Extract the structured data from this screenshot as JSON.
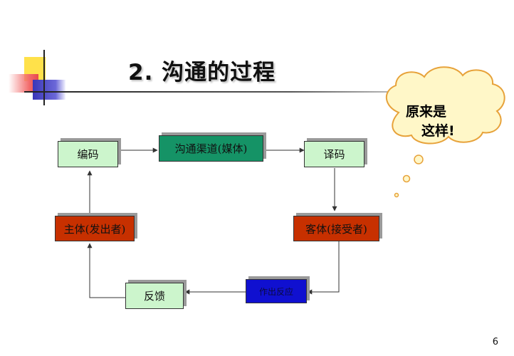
{
  "slide": {
    "title": "2. 沟通的过程",
    "page_number": "6"
  },
  "nodes": {
    "encoding": "编码",
    "channel": "沟通渠道(媒体)",
    "decoding": "译码",
    "sender": "主体(发出者)",
    "receiver": "客体(接受者)",
    "response": "作出反应",
    "feedback": "反馈"
  },
  "cloud": {
    "line1": "原来是",
    "line2": "这样!"
  },
  "colors": {
    "green_box": "#ccf5cc",
    "teal_box": "#159366",
    "red_box": "#c73000",
    "blue_box": "#1010d0",
    "cloud_fill": "#fff7c8",
    "cloud_stroke": "#e7a23a"
  }
}
